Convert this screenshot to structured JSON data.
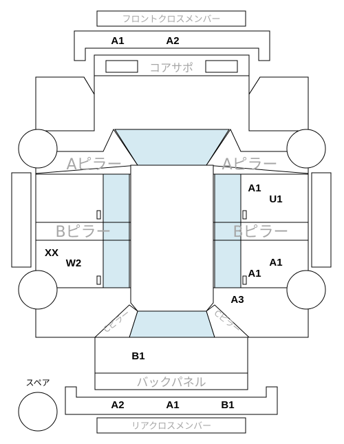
{
  "labels": {
    "front_cross_member": "フロントクロスメンバー",
    "core_support": "コアサポ",
    "a_pillar_left": "Aピラー",
    "a_pillar_right": "Aピラー",
    "b_pillar_left": "Bピラー",
    "b_pillar_right": "Bピラー",
    "c_pillar_left": "Cピラー",
    "c_pillar_right": "Cピラー",
    "back_panel": "バックパネル",
    "rear_cross_member": "リアクロスメンバー",
    "spare": "スペア"
  },
  "codes": {
    "front_a1": "A1",
    "front_a2": "A2",
    "right_a1_upper": "A1",
    "right_u1": "U1",
    "right_a1_mid": "A1",
    "right_a1_lower": "A1",
    "right_a3": "A3",
    "left_xx": "XX",
    "left_w2": "W2",
    "trunk_b1": "B1",
    "rear_a2": "A2",
    "rear_a1": "A1",
    "rear_b1": "B1"
  },
  "colors": {
    "glass": "#d5eaf2",
    "label_grey": "#a6a6a6",
    "outline": "#000000"
  }
}
